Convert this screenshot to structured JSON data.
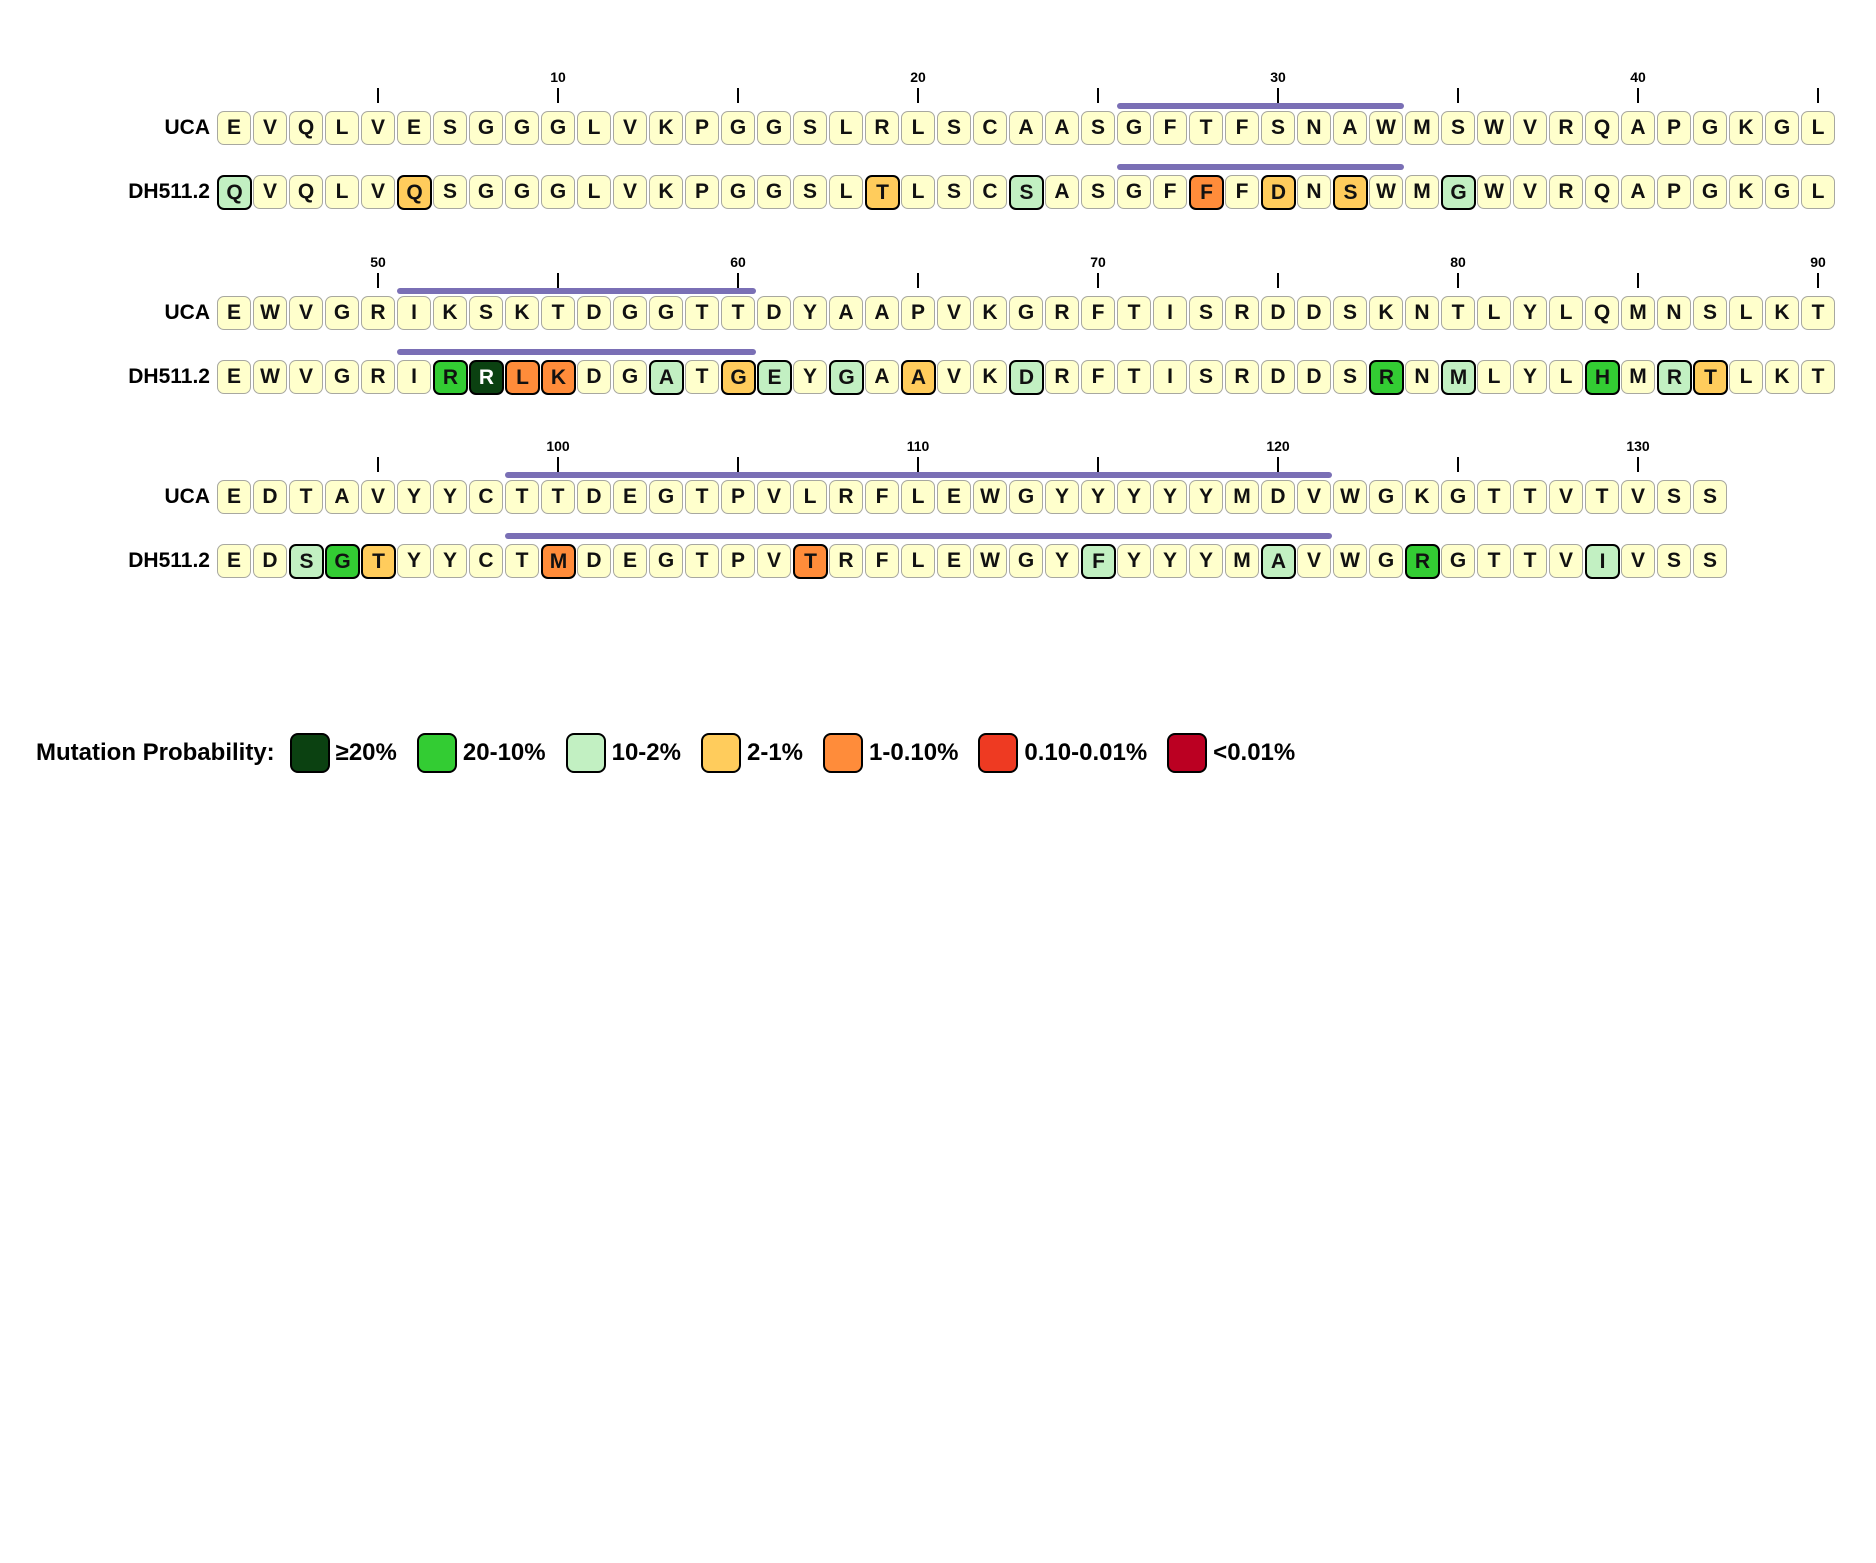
{
  "sequence_names": {
    "uca": "UCA",
    "mutant": "DH511.2"
  },
  "categories": [
    {
      "id": "ge20",
      "label": "≥20%",
      "color": "#0b4111"
    },
    {
      "id": "20-10",
      "label": "20-10%",
      "color": "#33cc33"
    },
    {
      "id": "10-2",
      "label": "10-2%",
      "color": "#c2f0c2"
    },
    {
      "id": "2-1",
      "label": "2-1%",
      "color": "#ffcc5c"
    },
    {
      "id": "1-0.1",
      "label": "1-0.10%",
      "color": "#ff8c3a"
    },
    {
      "id": "0.1-0.01",
      "label": "0.10-0.01%",
      "color": "#ee3a22"
    },
    {
      "id": "lt0.01",
      "label": "<0.01%",
      "color": "#bb0022"
    }
  ],
  "legend_title": "Mutation Probability:",
  "unmutated_color": "#ffffcc",
  "cdr_color": "#7a6fb5",
  "cdr_ranges": [
    [
      26,
      33
    ],
    [
      51,
      60
    ],
    [
      99,
      121
    ]
  ],
  "blocks": [
    {
      "start": 1,
      "uca": "EVQLVESGGGLVKPGGSLRLSCAASGFTFSNAWMSWVRQAPGKGL",
      "mutant": "QVQLVQSGGGLVKPGGSLTLSCSASGFFFDNSWMGWVRQAPGKGL"
    },
    {
      "start": 46,
      "uca": "EWVGRIKSKTDGGTTDYAAPVKGRFTISRDDSKNTLYLQMNSLKT",
      "mutant": "EWVGRIRRLKDGATGEYGAAVKDRFTISRDDSRNMLYLHMRTLKT"
    },
    {
      "start": 91,
      "uca": "EDTAVYYCTTDEGTPVLRFLEWGYYYYYMDVWGKGTTVTVSS",
      "mutant": "EDSGTYYCTMDEGTPVTRFLEWGYFYYYMAVWGRGTTVIVSS"
    }
  ],
  "mutations": {
    "1": "10-2",
    "6": "2-1",
    "19": "2-1",
    "23": "10-2",
    "28": "1-0.1",
    "30": "2-1",
    "32": "2-1",
    "35": "10-2",
    "52": "20-10",
    "53": "ge20",
    "54": "1-0.1",
    "55": "1-0.1",
    "58": "10-2",
    "60": "2-1",
    "61": "10-2",
    "63": "10-2",
    "65": "2-1",
    "68": "10-2",
    "78": "20-10",
    "80": "10-2",
    "84": "20-10",
    "86": "10-2",
    "87": "2-1",
    "93": "10-2",
    "94": "20-10",
    "95": "2-1",
    "100": "1-0.1",
    "107": "1-0.1",
    "115": "10-2",
    "120": "10-2",
    "124": "20-10",
    "129": "10-2"
  }
}
